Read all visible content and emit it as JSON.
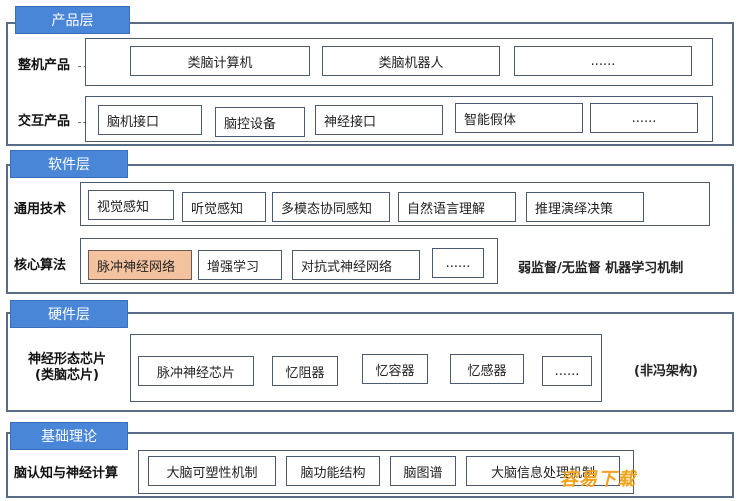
{
  "layers": {
    "product": {
      "tag": "产品层",
      "rows": [
        {
          "label": "整机产品",
          "items": [
            "类脑计算机",
            "类脑机器人",
            "......"
          ]
        },
        {
          "label": "交互产品",
          "items": [
            "脑机接口",
            "脑控设备",
            "神经接口",
            "智能假体",
            "......"
          ]
        }
      ]
    },
    "software": {
      "tag": "软件层",
      "rows": [
        {
          "label": "通用技术",
          "items": [
            "视觉感知",
            "听觉感知",
            "多模态协同感知",
            "自然语言理解",
            "推理演绎决策"
          ]
        },
        {
          "label": "核心算法",
          "items": [
            "脉冲神经网络",
            "增强学习",
            "对抗式神经网络",
            "......"
          ]
        }
      ],
      "note": "弱监督/无监督 机器学习机制"
    },
    "hardware": {
      "tag": "硬件层",
      "row": {
        "label_line1": "神经形态芯片",
        "label_line2": "(类脑芯片)",
        "items": [
          "脉冲神经芯片",
          "忆阻器",
          "忆容器",
          "忆感器",
          "......"
        ]
      },
      "note": "(非冯架构)"
    },
    "theory": {
      "tag": "基础理论",
      "row": {
        "label": "脑认知与神经计算",
        "items": [
          "大脑可塑性机制",
          "脑功能结构",
          "脑图谱",
          "大脑信息处理机制"
        ]
      }
    }
  },
  "watermark": "容易下载",
  "colors": {
    "tag_blue": "#4a86d8",
    "highlight": "#f4c29f",
    "border": "#4a5a72"
  }
}
